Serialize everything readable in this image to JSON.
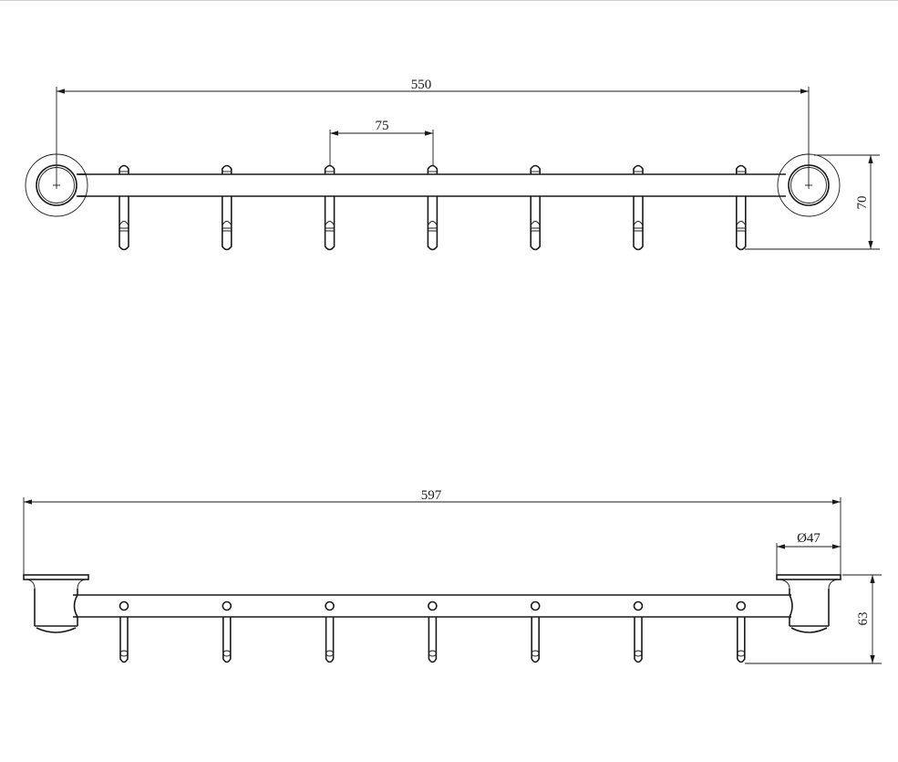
{
  "drawing": {
    "top_view": {
      "overall_width_label": "550",
      "hook_spacing_label": "75",
      "height_label": "70",
      "hook_count": 7
    },
    "front_view": {
      "overall_length_label": "597",
      "rosette_diameter_label": "Ø47",
      "projection_label": "63",
      "hook_count": 7
    },
    "colors": {
      "line": "#1a1a1a",
      "background": "#ffffff"
    }
  }
}
